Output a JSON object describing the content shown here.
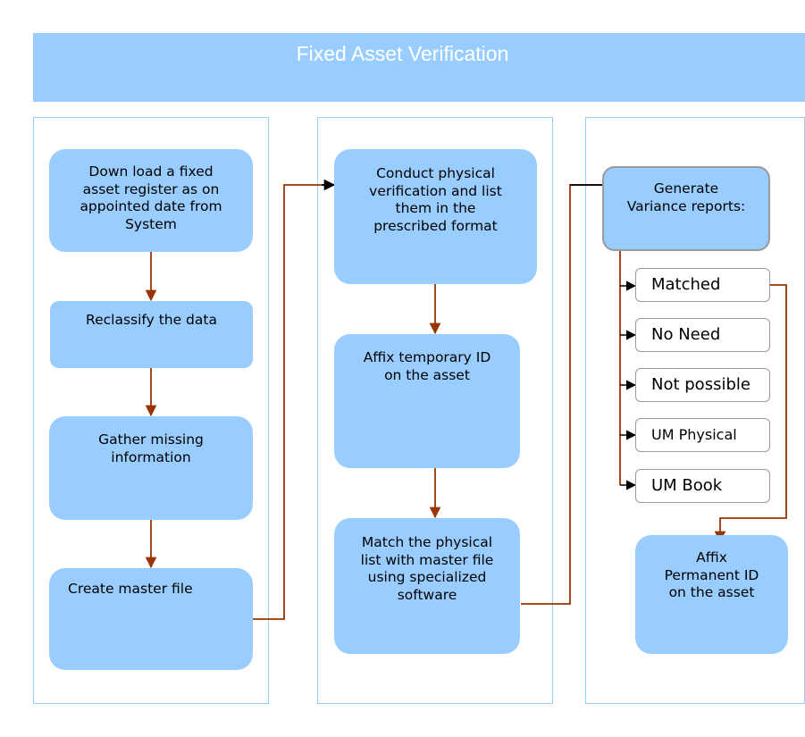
{
  "title": "Fixed Asset Verification",
  "column1": {
    "steps": [
      [
        "Down load a fixed",
        "asset register as on",
        "appointed date from",
        "System"
      ],
      [
        "Reclassify the data"
      ],
      [
        "Gather missing",
        "information"
      ],
      [
        "Create master file"
      ]
    ]
  },
  "column2": {
    "steps": [
      [
        "Conduct physical",
        "verification and list",
        "them in the",
        "prescribed format"
      ],
      [
        "Affix temporary ID",
        "on the asset"
      ],
      [
        "Match the physical",
        "list with master file",
        "using specialized",
        "software"
      ]
    ]
  },
  "column3": {
    "generate": [
      "Generate",
      "Variance reports:"
    ],
    "options": [
      "Matched",
      "No Need",
      "Not possible",
      "UM Physical",
      "UM Book"
    ],
    "final": [
      "Affix",
      "Permanent ID",
      "on the asset"
    ]
  },
  "colors": {
    "box_fill": "#99ccff",
    "column_border": "#99ccff",
    "arrow_brown": "#993300",
    "arrow_black": "#000000",
    "option_border": "#9a9a9a"
  }
}
